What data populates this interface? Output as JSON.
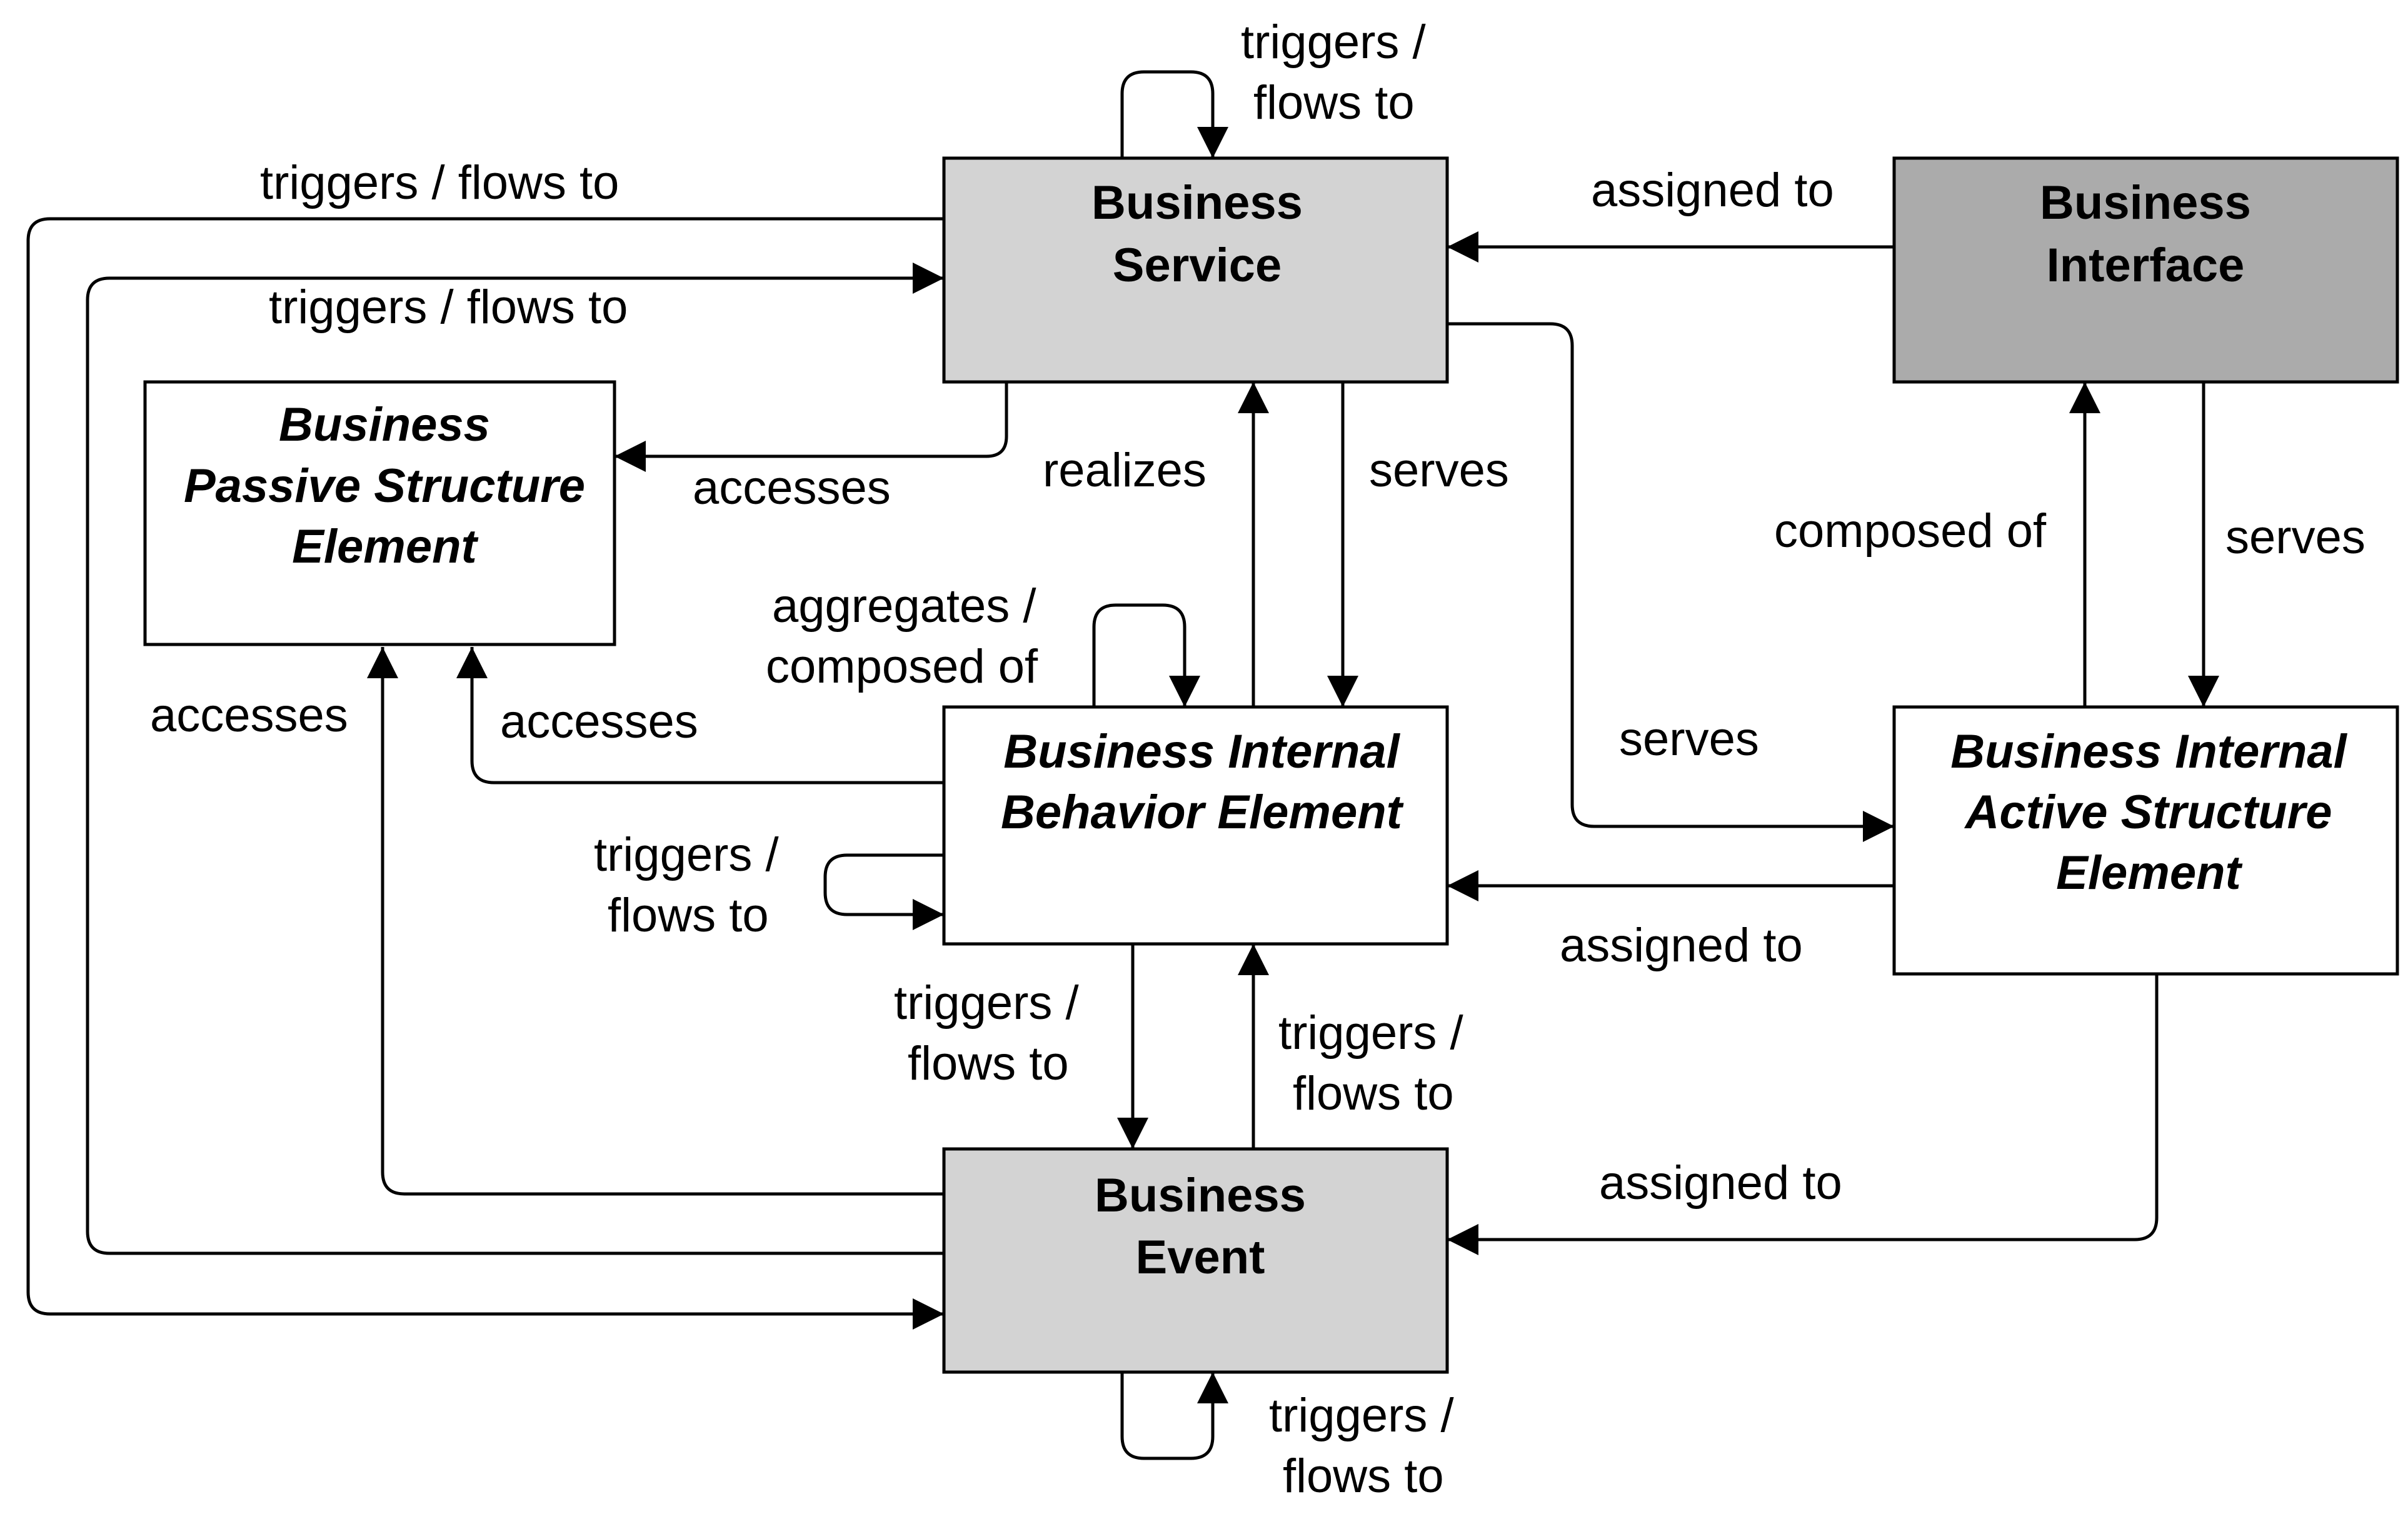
{
  "nodes": {
    "business_service": {
      "lines": [
        "Business",
        "Service"
      ],
      "fill": "#d3d3d3"
    },
    "business_interface": {
      "lines": [
        "Business",
        "Interface"
      ],
      "fill": "#ababab"
    },
    "business_passive_structure_element": {
      "lines": [
        "Business",
        "Passive Structure",
        "Element"
      ],
      "fill": "#ffffff"
    },
    "business_internal_behavior_element": {
      "lines": [
        "Business Internal",
        "Behavior Element"
      ],
      "fill": "#ffffff"
    },
    "business_internal_active_structure_element": {
      "lines": [
        "Business Internal",
        "Active Structure",
        "Element"
      ],
      "fill": "#ffffff"
    },
    "business_event": {
      "lines": [
        "Business",
        "Event"
      ],
      "fill": "#d3d3d3"
    }
  },
  "labels": {
    "service_self_triggers": [
      "triggers /",
      "flows to"
    ],
    "service_to_event_triggers": "triggers / flows to",
    "event_to_service_triggers": "triggers / flows to",
    "interface_assigned_to_service": "assigned to",
    "service_accesses_passive": "accesses",
    "internal_behavior_realizes_service": "realizes",
    "service_serves_internal_behavior": "serves",
    "interface_composed_of": "composed of",
    "interface_serves_active": "serves",
    "internal_behavior_aggregates": [
      "aggregates /",
      "composed of"
    ],
    "event_accesses_passive": "accesses",
    "internal_behavior_accesses_passive": "accesses",
    "service_serves_active": "serves",
    "internal_behavior_self_triggers": [
      "triggers /",
      "flows to"
    ],
    "active_assigned_to_internal_behavior": "assigned to",
    "internal_behavior_triggers_event": [
      "triggers /",
      "flows to"
    ],
    "event_triggers_internal_behavior": [
      "triggers /",
      "flows to"
    ],
    "active_assigned_to_event": "assigned to",
    "event_self_triggers": [
      "triggers /",
      "flows to"
    ]
  }
}
